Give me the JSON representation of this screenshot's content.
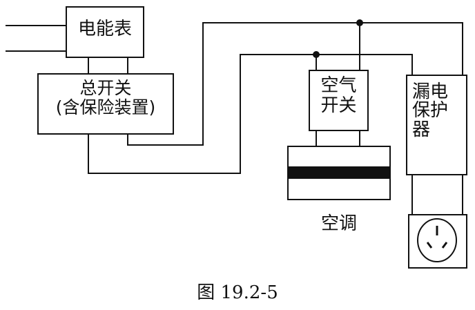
{
  "meter": {
    "label": "电能表"
  },
  "main_switch": {
    "line1": "总开关",
    "line2": "(含保险装置)"
  },
  "air_switch": {
    "line1": "空气",
    "line2": "开关"
  },
  "leakage_protector": {
    "line1": "漏电",
    "line2": "保护",
    "line3": "器"
  },
  "air_conditioner": {
    "label": "空调"
  },
  "caption": "图 19.2-5"
}
